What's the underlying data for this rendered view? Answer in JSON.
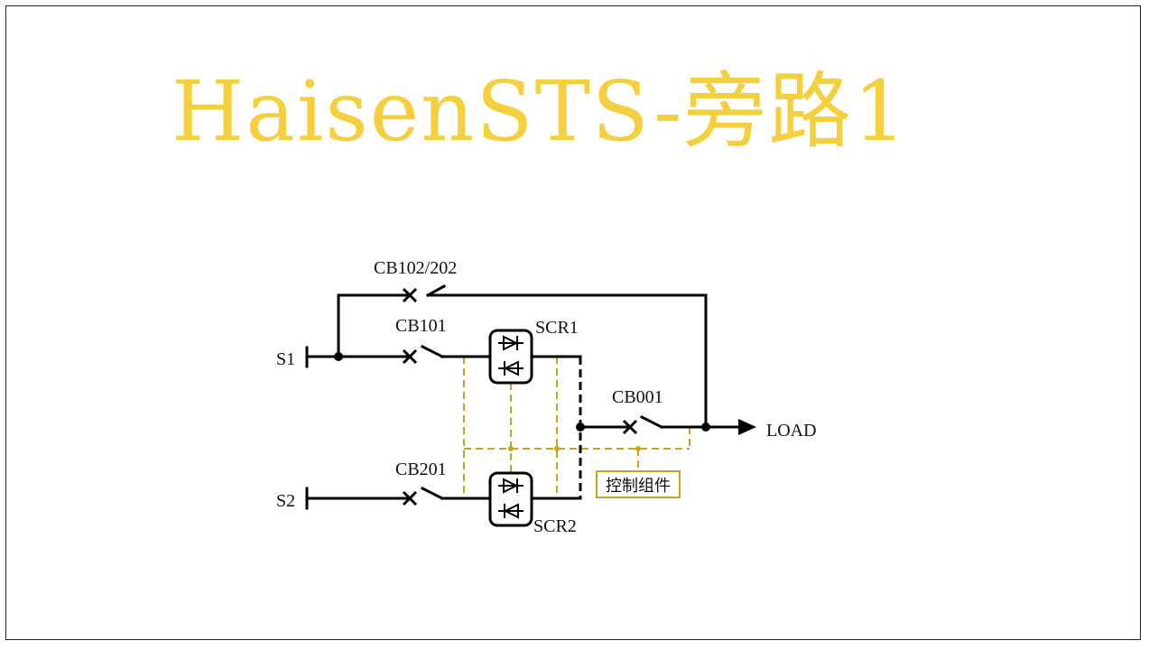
{
  "title": "HaisenSTS-旁路1",
  "labels": {
    "s1": "S1",
    "s2": "S2",
    "cb_bypass": "CB102/202",
    "cb101": "CB101",
    "cb201": "CB201",
    "cb001": "CB001",
    "scr1": "SCR1",
    "scr2": "SCR2",
    "load": "LOAD"
  },
  "control_box": "控制组件",
  "colors": {
    "title": "#f4cf3e",
    "wire": "#000000",
    "control_dashed": "#c9a21f"
  }
}
